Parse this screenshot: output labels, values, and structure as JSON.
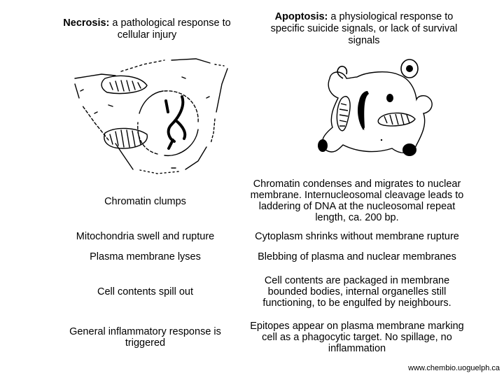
{
  "header": {
    "left_title": "Necrosis:",
    "left_text": " a pathological response to cellular injury",
    "right_title": "Apoptosis:",
    "right_text": " a physiological response to specific suicide signals, or lack of survival signals"
  },
  "rows": [
    {
      "necrosis": "Chromatin clumps",
      "apoptosis": "Chromatin condenses and migrates to nuclear membrane. Internucleosomal cleavage leads to laddering of DNA at the nucleosomal repeat length, ca. 200 bp."
    },
    {
      "necrosis": "Mitochondria swell and rupture",
      "apoptosis": "Cytoplasm shrinks without membrane rupture"
    },
    {
      "necrosis": "Plasma membrane lyses",
      "apoptosis": "Blebbing of plasma and nuclear membranes"
    },
    {
      "necrosis": "Cell contents spill out",
      "apoptosis": "Cell contents are packaged in membrane bounded bodies, internal organelles still functioning, to be engulfed by neighbours."
    },
    {
      "necrosis": "General inflammatory response is triggered",
      "apoptosis": "Epitopes appear on plasma membrane marking cell as a phagocytic target. No spillage, no inflammation"
    }
  ],
  "credit": "www.chembio.uoguelph.ca",
  "icons": {
    "necrotic_cell": "necrotic-cell-illustration",
    "apoptotic_cell": "apoptotic-cell-illustration"
  }
}
